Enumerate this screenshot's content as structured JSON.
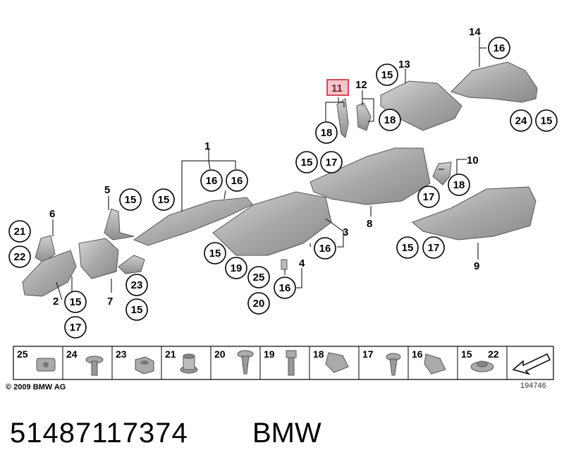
{
  "diagram": {
    "highlighted_part": "11",
    "part_numbers": [
      "1",
      "2",
      "3",
      "4",
      "5",
      "6",
      "7",
      "8",
      "9",
      "10",
      "11",
      "12",
      "13",
      "14"
    ],
    "fastener_callouts": [
      "15",
      "16",
      "17",
      "18",
      "19",
      "20",
      "21",
      "22",
      "23",
      "24",
      "25"
    ],
    "highlight_color": "#d94a5a",
    "highlight_fill": "#f3c6cb"
  },
  "legend_strip": {
    "cells": [
      {
        "label": "25",
        "icon": "clip-nut-icon"
      },
      {
        "label": "24",
        "icon": "flange-screw-icon"
      },
      {
        "label": "23",
        "icon": "hex-nut-icon"
      },
      {
        "label": "21",
        "icon": "spacer-sleeve-icon"
      },
      {
        "label": "20",
        "icon": "sheet-metal-screw-icon"
      },
      {
        "label": "19",
        "icon": "bolt-icon"
      },
      {
        "label": "18",
        "icon": "speed-nut-icon"
      },
      {
        "label": "17",
        "icon": "tapping-screw-icon"
      },
      {
        "label": "16",
        "icon": "clip-icon"
      },
      {
        "label": "15",
        "label2": "22",
        "icon": "collar-nut-icon"
      },
      {
        "label": "",
        "icon": "direction-arrow-icon"
      }
    ]
  },
  "footer": {
    "copyright": "© 2009 BMW AG",
    "diagram_id": "194746"
  },
  "caption": {
    "part_number": "51487117374",
    "brand": "BMW"
  }
}
